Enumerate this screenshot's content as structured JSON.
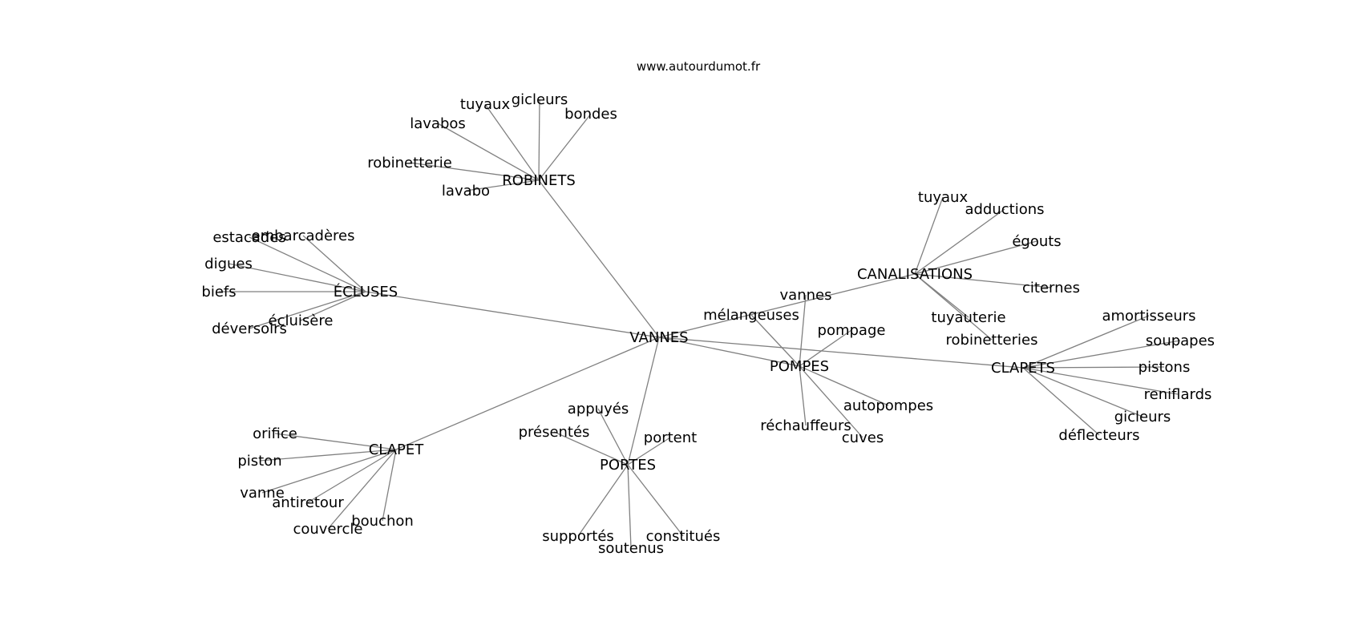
{
  "source": "www.autourdumot.fr",
  "center": "VANNES",
  "groups": [
    {
      "hub": "ROBINETS",
      "leaves": [
        "tuyaux",
        "gicleurs",
        "bondes",
        "lavabos",
        "robinetterie",
        "lavabo"
      ]
    },
    {
      "hub": "ÉCLUSES",
      "leaves": [
        "estacades",
        "embarcadères",
        "digues",
        "biefs",
        "écluisère",
        "déversoirs"
      ]
    },
    {
      "hub": "CANALISATIONS",
      "leaves": [
        "tuyaux",
        "adductions",
        "égouts",
        "citernes",
        "tuyauterie",
        "robinetteries"
      ]
    },
    {
      "hub": "POMPES",
      "leaves": [
        "vannes",
        "mélangeuses",
        "pompage",
        "autopompes",
        "réchauffeurs",
        "cuves"
      ]
    },
    {
      "hub": "CLAPETS",
      "leaves": [
        "amortisseurs",
        "soupapes",
        "pistons",
        "reniflards",
        "gicleurs",
        "déflecteurs"
      ]
    },
    {
      "hub": "CLAPET",
      "leaves": [
        "orifice",
        "piston",
        "vanne",
        "antiretour",
        "couvercle",
        "bouchon"
      ]
    },
    {
      "hub": "PORTES",
      "leaves": [
        "appuyés",
        "présentés",
        "portent",
        "supportés",
        "soutenus",
        "constitués"
      ]
    }
  ]
}
